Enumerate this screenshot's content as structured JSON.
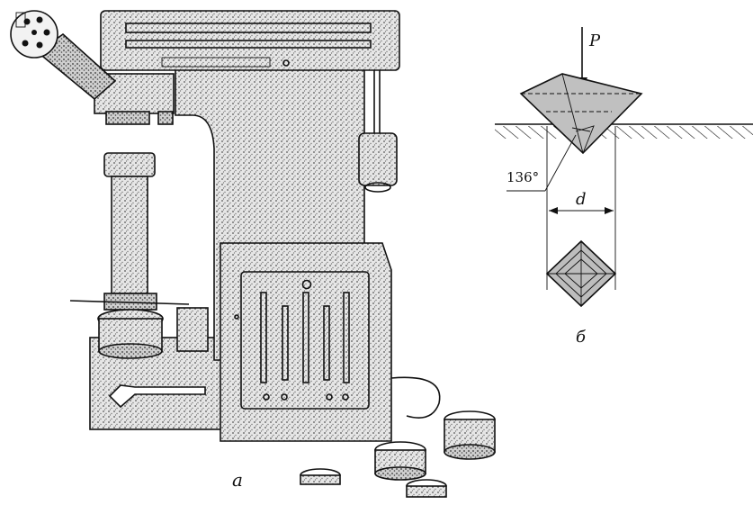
{
  "figure": {
    "label_a": "a",
    "label_b": "б",
    "force_label": "P",
    "diagonal_label": "d",
    "angle_label": "136°"
  },
  "colors": {
    "ink": "#111111",
    "metal": "#d9d9d9",
    "pyramid": "#bdbdbd"
  }
}
